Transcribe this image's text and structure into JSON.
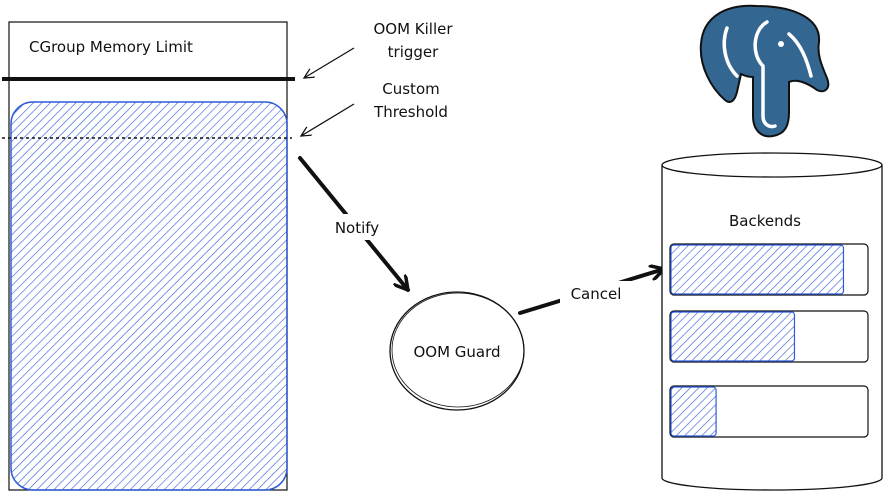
{
  "diagram": {
    "cgroup_title": "CGroup Memory Limit",
    "oom_killer_line1": "OOM Killer",
    "oom_killer_line2": "trigger",
    "custom_threshold_line1": "Custom",
    "custom_threshold_line2": "Threshold",
    "notify_label": "Notify",
    "oom_guard_label": "OOM Guard",
    "cancel_label": "Cancel",
    "backends_label": "Backends",
    "logo_icon": "postgresql-elephant-icon",
    "backend_bars": [
      {
        "fill": 0.88
      },
      {
        "fill": 0.63
      },
      {
        "fill": 0.23
      }
    ],
    "colors": {
      "hatch": "#2f5bd6",
      "logo_fill": "#336791",
      "stroke": "#111111"
    }
  }
}
